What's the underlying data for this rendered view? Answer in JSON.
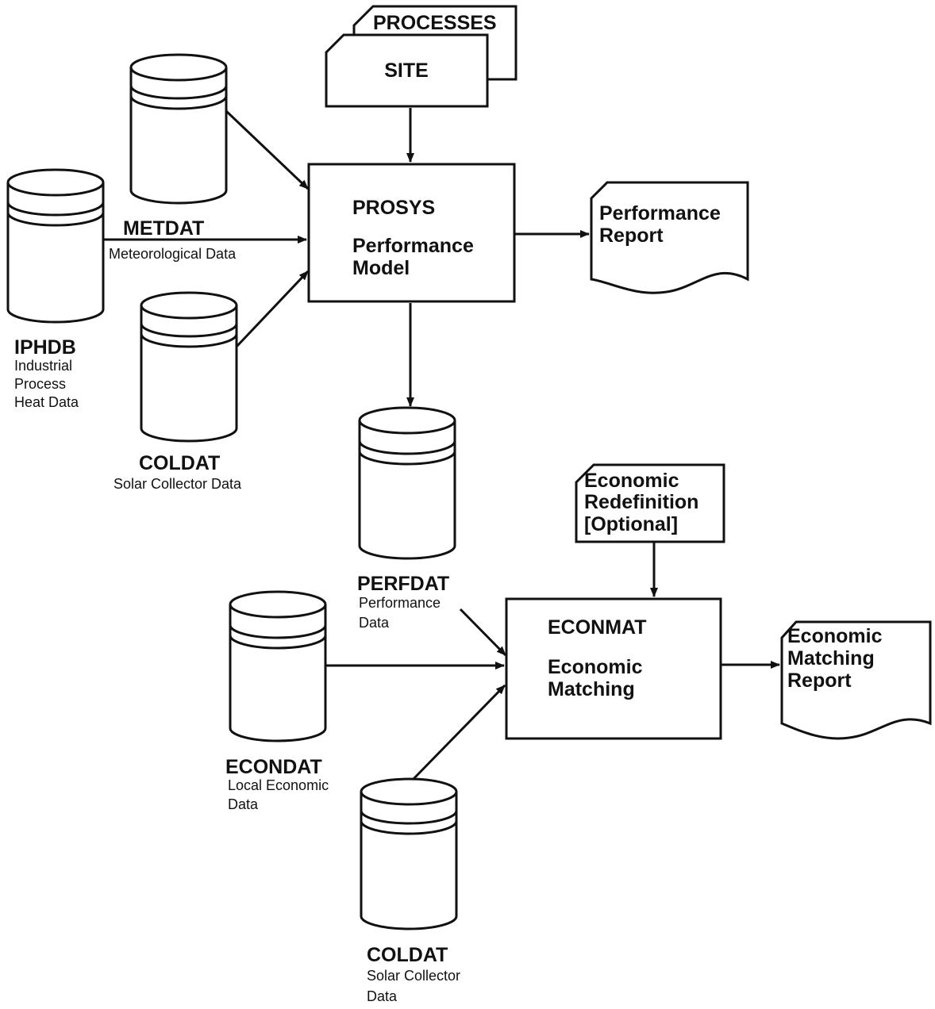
{
  "site_card": {
    "back_label": "PROCESSES",
    "front_label": "SITE"
  },
  "prosys": {
    "code": "PROSYS",
    "line1": "Performance",
    "line2": "Model"
  },
  "econmat": {
    "code": "ECONMAT",
    "line1": "Economic",
    "line2": "Matching"
  },
  "performance_report": {
    "line1": "Performance",
    "line2": "Report"
  },
  "economic_redefinition": {
    "line1": "Economic",
    "line2": "Redefinition",
    "line3": "[Optional]"
  },
  "economic_matching_report": {
    "line1": "Economic",
    "line2": "Matching",
    "line3": "Report"
  },
  "metdat": {
    "code": "METDAT",
    "desc": "Meteorological Data"
  },
  "iphdb": {
    "code": "IPHDB",
    "desc1": "Industrial",
    "desc2": "Process",
    "desc3": "Heat Data"
  },
  "coldat_top": {
    "code": "COLDAT",
    "desc": "Solar Collector Data"
  },
  "perfdat": {
    "code": "PERFDAT",
    "desc1": "Performance",
    "desc2": "Data"
  },
  "econdat": {
    "code": "ECONDAT",
    "desc1": "Local Economic",
    "desc2": "Data"
  },
  "coldat_bottom": {
    "code": "COLDAT",
    "desc1": "Solar Collector",
    "desc2": "Data"
  }
}
